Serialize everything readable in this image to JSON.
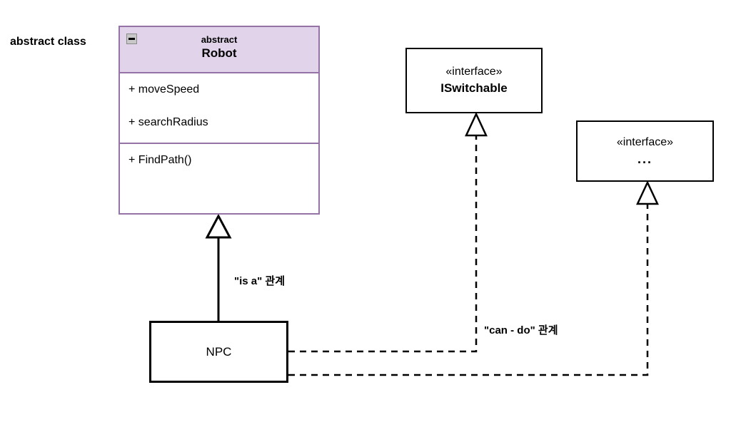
{
  "diagram": {
    "type": "uml-class-diagram",
    "background": "#ffffff"
  },
  "abstract_class": {
    "stereotype": "abstract",
    "name": "Robot",
    "header_fill": "#e0d3ea",
    "border_color": "#9673a6",
    "collapse_icon": "minus-icon",
    "attributes": [
      "+ moveSpeed",
      "+ searchRadius"
    ],
    "operations": [
      "+ FindPath()"
    ]
  },
  "interfaces": [
    {
      "stereotype": "«interface»",
      "name": "ISwitchable"
    },
    {
      "stereotype": "«interface»",
      "name": "..."
    }
  ],
  "concrete_class": {
    "name": "NPC"
  },
  "annotations": {
    "abstract_class_label": "abstract class",
    "is_a_label": "\"is a\" 관계",
    "can_do_label": "\"can - do\" 관계"
  },
  "relationships": [
    {
      "kind": "generalization",
      "from": "NPC",
      "to": "Robot",
      "line": "solid",
      "arrow": "hollow-triangle",
      "label": "\"is a\" 관계"
    },
    {
      "kind": "realization",
      "from": "NPC",
      "to": "ISwitchable",
      "line": "dashed",
      "arrow": "hollow-triangle",
      "label": "\"can - do\" 관계"
    },
    {
      "kind": "realization",
      "from": "NPC",
      "to": "...",
      "line": "dashed",
      "arrow": "hollow-triangle",
      "label": "\"can - do\" 관계"
    }
  ]
}
